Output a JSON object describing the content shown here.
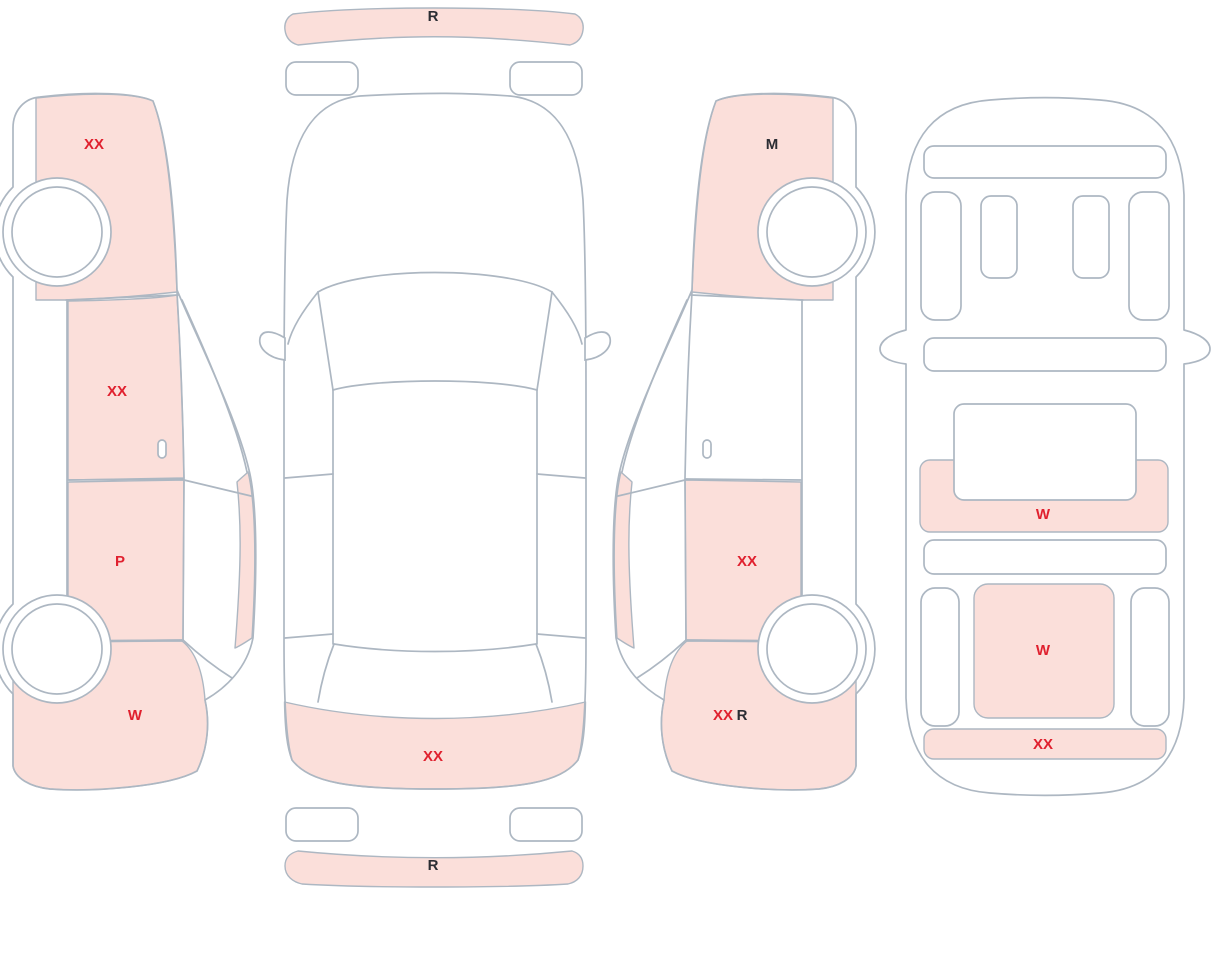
{
  "diagram": {
    "colors": {
      "highlight_fill": "#fbdfda",
      "outline": "#adb7c2",
      "label_red": "#e0202e",
      "label_dark": "#2b2d33",
      "background": "#ffffff"
    },
    "labels": {
      "front_bumper": "R",
      "rear_bumper": "R",
      "left_front_fender": "XX",
      "left_front_door": "XX",
      "left_rear_door": "P",
      "left_rear_quarter": "W",
      "right_front_fender": "M",
      "right_rear_door": "XX",
      "right_rear_quarter_xx": "XX",
      "right_rear_quarter_r": "R",
      "top_rear_panel": "XX",
      "under_mid_crossmember": "W",
      "under_floor_panel": "W",
      "under_rear_panel": "XX"
    }
  }
}
